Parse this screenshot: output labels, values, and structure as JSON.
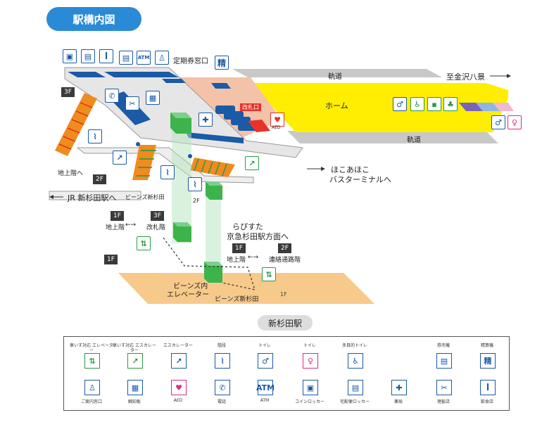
{
  "header": {
    "title": "駅構内図"
  },
  "station_name": "新杉田駅",
  "labels": {
    "pass_window": "定期券窓口",
    "track": "軌道",
    "home": "ホーム",
    "to_kanazawa": "至金沢八景",
    "ticket_gate": "改札口",
    "aed": "AED",
    "seisan": "精",
    "atm": "ATM",
    "ground": "地上階へ",
    "beans": "ビーンズ新杉田",
    "jr": "JR 新杉田駅へ",
    "hokoaho": "ほこあほこ",
    "bus_terminal": "バスターミナルへ",
    "lapisuta": "らぴすた",
    "keikyu": "京急杉田駅方面へ",
    "route1_from": "地上階",
    "route1_to": "改札階",
    "route2_from": "地上階",
    "route2_to": "連絡通路階",
    "beans_elev_1": "ビーンズ内",
    "beans_elev_2": "エレベーター",
    "beans_bottom": "ビーンズ新杉田"
  },
  "floors": {
    "f3": "3F",
    "f2": "2F",
    "f1": "1F",
    "f1b": "1F",
    "f3b": "3F",
    "f1c": "1F",
    "f2b": "2F",
    "f2c": "2F",
    "f1d": "1F"
  },
  "legend": [
    {
      "head": "車いす対応\nエレベーター",
      "top": "⇅",
      "bottom": "♙",
      "foot": "ご案内窓口"
    },
    {
      "head": "車いす対応\nエスカレーター",
      "top": "↗",
      "bottom": "▦",
      "foot": "触知板"
    },
    {
      "head": "エスカレーター",
      "top": "↗",
      "bottom": "♥",
      "foot": "AED"
    },
    {
      "head": "階段",
      "top": "⌇",
      "bottom": "✆",
      "foot": "電話"
    },
    {
      "head": "トイレ",
      "top": "♂",
      "bottom": "ATM",
      "foot": "ATM"
    },
    {
      "head": "トイレ",
      "top": "♀",
      "bottom": "▣",
      "foot": "コインロッカー"
    },
    {
      "head": "多目的トイレ",
      "top": "♿",
      "bottom": "▤",
      "foot": "宅配便ロッカー"
    },
    {
      "head": "",
      "top": "",
      "bottom": "✚",
      "foot": "薬局"
    },
    {
      "head": "券売機",
      "top": "▤",
      "bottom": "✂",
      "foot": "理髪店"
    },
    {
      "head": "精算機",
      "top": "精",
      "bottom": "ꟾ",
      "foot": "飲食店"
    }
  ],
  "colors": {
    "blue": "#1a5aa6",
    "yellow": "#ffee00",
    "salmon": "#f3c2a8",
    "green": "#3cb44b",
    "orange": "#f7c98a"
  }
}
